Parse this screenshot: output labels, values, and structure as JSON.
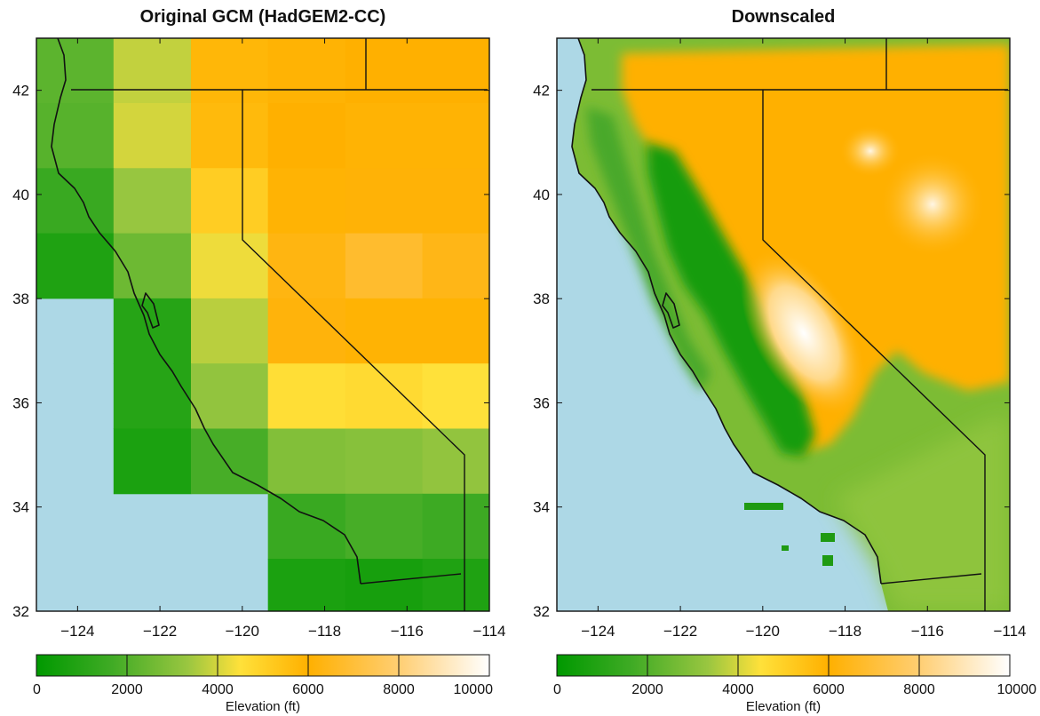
{
  "colors": {
    "ocean": "#add8e6",
    "scale": [
      "#009900",
      "#40ab25",
      "#99c640",
      "#ffe13a",
      "#ffb000",
      "#ffce72",
      "#ffffff"
    ]
  },
  "chart_data": [
    {
      "type": "heatmap",
      "title": "Original GCM (HadGEM2-CC)",
      "xlim": [
        -125,
        -114
      ],
      "ylim": [
        32,
        43
      ],
      "xticks": [
        -124,
        -122,
        -120,
        -118,
        -116,
        -114
      ],
      "xtick_labels": [
        "−124",
        "−122",
        "−120",
        "−118",
        "−116",
        "−114"
      ],
      "yticks": [
        32,
        34,
        36,
        38,
        40,
        42
      ],
      "ytick_labels": [
        "32",
        "34",
        "36",
        "38",
        "40",
        "42"
      ],
      "grid": false,
      "colorbar": {
        "range": [
          0,
          10000
        ],
        "ticks": [
          0,
          2000,
          4000,
          6000,
          8000,
          10000
        ],
        "tick_labels": [
          "0",
          "2000",
          "4000",
          "6000",
          "8000",
          "10000"
        ],
        "label": "Elevation (ft)"
      },
      "cell_size": [
        1.875,
        1.25
      ],
      "x_centers": [
        -124.06,
        -122.19,
        -120.31,
        -118.44,
        -116.56,
        -114.69
      ],
      "y_centers": [
        42.38,
        41.13,
        39.88,
        38.63,
        37.38,
        36.13,
        34.88,
        33.63,
        32.38
      ],
      "values_ft": [
        [
          2200,
          3800,
          5800,
          5900,
          6000,
          6000
        ],
        [
          2100,
          4000,
          5700,
          6000,
          5900,
          5900
        ],
        [
          1500,
          3300,
          5100,
          5900,
          6100,
          6100
        ],
        [
          800,
          2500,
          4300,
          6300,
          6800,
          6400
        ],
        [
          null,
          1000,
          3700,
          6200,
          5900,
          5900
        ],
        [
          null,
          1000,
          3200,
          4600,
          4700,
          4500
        ],
        [
          null,
          700,
          1800,
          2900,
          3000,
          3200
        ],
        [
          null,
          null,
          null,
          1500,
          1800,
          1600
        ],
        [
          null,
          null,
          null,
          700,
          600,
          800
        ]
      ]
    },
    {
      "type": "heatmap",
      "title": "Downscaled",
      "xlim": [
        -125,
        -114
      ],
      "ylim": [
        32,
        43
      ],
      "xticks": [
        -124,
        -122,
        -120,
        -118,
        -116,
        -114
      ],
      "xtick_labels": [
        "−124",
        "−122",
        "−120",
        "−118",
        "−116",
        "−114"
      ],
      "yticks": [
        32,
        34,
        36,
        38,
        40,
        42
      ],
      "ytick_labels": [
        "32",
        "34",
        "36",
        "38",
        "40",
        "42"
      ],
      "grid": false,
      "colorbar": {
        "range": [
          0,
          10000
        ],
        "ticks": [
          0,
          2000,
          4000,
          6000,
          8000,
          10000
        ],
        "tick_labels": [
          "0",
          "2000",
          "4000",
          "6000",
          "8000",
          "10000"
        ],
        "label": "Elevation (ft)"
      }
    }
  ]
}
